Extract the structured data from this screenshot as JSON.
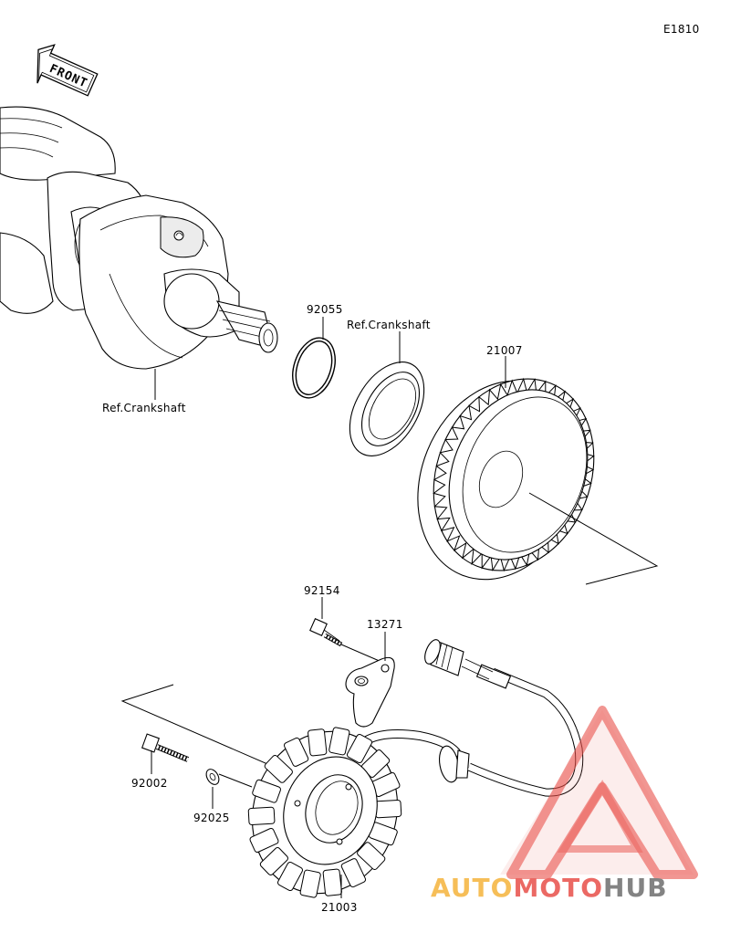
{
  "diagram_code": "E1810",
  "front_label": "FRONT",
  "callouts": {
    "p92055": "92055",
    "ref_crankshaft_top": "Ref.Crankshaft",
    "p21007": "21007",
    "ref_crankshaft_bottom": "Ref.Crankshaft",
    "p92154": "92154",
    "p13271": "13271",
    "p92002": "92002",
    "p92025": "92025",
    "p21003": "21003"
  },
  "watermark": {
    "part1": "AUTO",
    "part2": "MOTO",
    "part3": "HUB",
    "color_orange": "#f5b33c",
    "color_red": "#e8504a",
    "color_grey": "#6e6e6e"
  }
}
